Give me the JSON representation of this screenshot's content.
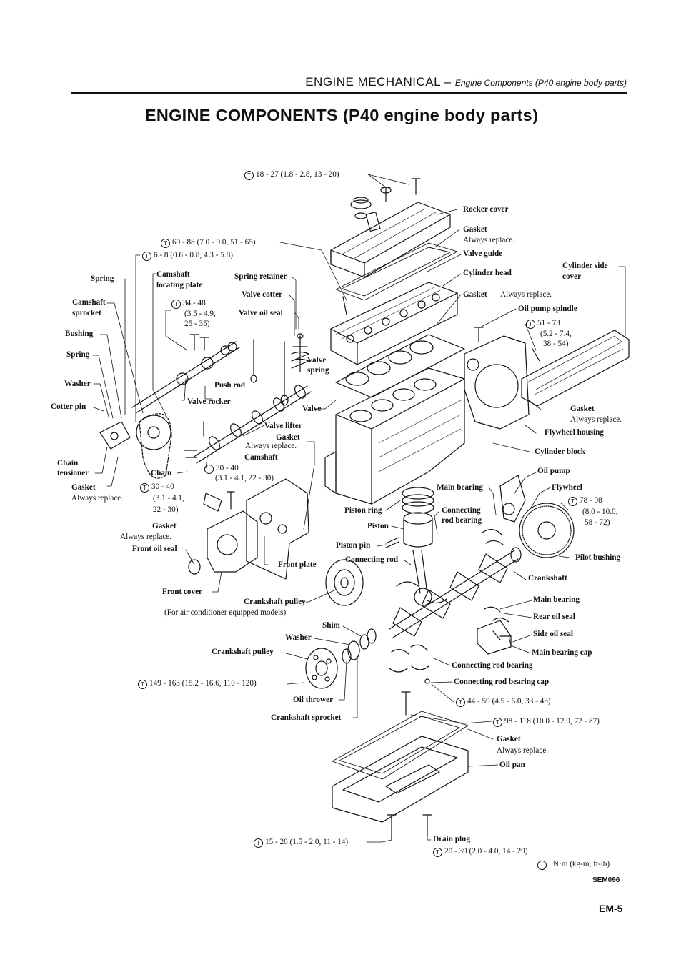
{
  "header": {
    "section": "ENGINE MECHANICAL",
    "dash": " – ",
    "subsection": "Engine Components (P40 engine body parts)"
  },
  "title": "ENGINE COMPONENTS (P40 engine body parts)",
  "torque_symbol": "T",
  "labels": {
    "t_rocker_cover": "18 - 27 (1.8 - 2.8, 13 - 20)",
    "rocker_cover": "Rocker cover",
    "gasket_1": "Gasket",
    "always_replace_1": "Always replace.",
    "valve_guide": "Valve guide",
    "cylinder_head": "Cylinder head",
    "gasket_2": "Gasket",
    "always_replace_2": "Always replace.",
    "cylinder_side_cover_1": "Cylinder side",
    "cylinder_side_cover_2": "cover",
    "oil_pump_spindle": "Oil pump spindle",
    "t_51_73": "51 - 73",
    "t_51_73_b": "(5.2 - 7.4,",
    "t_51_73_c": "38 - 54)",
    "t_69_88": "69 - 88 (7.0 - 9.0, 51 - 65)",
    "t_6_8": "6 - 8 (0.6 - 0.8, 4.3 - 5.8)",
    "spring": "Spring",
    "camshaft_locating_plate_1": "Camshaft",
    "camshaft_locating_plate_2": "locating plate",
    "spring_retainer": "Spring retainer",
    "valve_cotter": "Valve cotter",
    "camshaft_sprocket_1": "Camshaft",
    "camshaft_sprocket_2": "sprocket",
    "t_34_48": "34 - 48",
    "t_34_48_b": "(3.5 - 4.9,",
    "t_34_48_c": "25 - 35)",
    "valve_oil_seal": "Valve oil seal",
    "bushing": "Bushing",
    "spring_2": "Spring",
    "valve_spring_1": "Valve",
    "valve_spring_2": "spring",
    "washer": "Washer",
    "push_rod": "Push rod",
    "valve_rocker": "Valve rocker",
    "cotter_pin": "Cotter pin",
    "valve": "Valve",
    "gasket_3": "Gasket",
    "always_replace_3": "Always replace.",
    "valve_lifter": "Valve lifter",
    "flywheel_housing": "Flywheel housing",
    "gasket_4": "Gasket",
    "always_replace_4": "Always replace.",
    "camshaft": "Camshaft",
    "cylinder_block": "Cylinder block",
    "chain_tensioner_1": "Chain",
    "chain_tensioner_2": "tensioner",
    "chain": "Chain",
    "t_30_40_a": "30 - 40",
    "t_30_40_a2": "(3.1 - 4.1, 22 - 30)",
    "oil_pump": "Oil pump",
    "gasket_5": "Gasket",
    "always_replace_5": "Always replace.",
    "t_30_40_b": "30 - 40",
    "t_30_40_b2": "(3.1 - 4.1,",
    "t_30_40_b3": "22 - 30)",
    "main_bearing": "Main bearing",
    "flywheel": "Flywheel",
    "t_78_98": "78 - 98",
    "t_78_98_b": "(8.0 - 10.0,",
    "t_78_98_c": "58 - 72)",
    "piston_ring": "Piston ring",
    "connecting_rod_bearing_1": "Connecting",
    "connecting_rod_bearing_2": "rod bearing",
    "gasket_6": "Gasket",
    "always_replace_6": "Always replace.",
    "piston": "Piston",
    "front_oil_seal": "Front oil seal",
    "piston_pin": "Piston pin",
    "pilot_bushing": "Pilot bushing",
    "connecting_rod": "Connecting rod",
    "front_plate": "Front plate",
    "crankshaft": "Crankshaft",
    "front_cover": "Front cover",
    "crankshaft_pulley_ac": "Crankshaft pulley",
    "ac_note": "(For air conditioner equipped models)",
    "main_bearing_2": "Main bearing",
    "rear_oil_seal": "Rear oil seal",
    "shim": "Shim",
    "side_oil_seal": "Side oil seal",
    "washer_2": "Washer",
    "main_bearing_cap": "Main bearing cap",
    "crankshaft_pulley": "Crankshaft pulley",
    "connecting_rod_bearing_3": "Connecting rod bearing",
    "t_149_163": "149 - 163 (15.2 - 16.6, 110 - 120)",
    "connecting_rod_bearing_cap": "Connecting rod bearing cap",
    "oil_thrower": "Oil thrower",
    "t_44_59": "44 - 59 (4.5 - 6.0, 33 - 43)",
    "crankshaft_sprocket": "Crankshaft sprocket",
    "t_98_118": "98 - 118 (10.0 - 12.0, 72 - 87)",
    "gasket_7": "Gasket",
    "always_replace_7": "Always replace.",
    "oil_pan": "Oil pan",
    "t_15_20": "15 - 20 (1.5 - 2.0, 11 - 14)",
    "drain_plug": "Drain plug",
    "t_20_39": "20 - 39 (2.0 - 4.0, 14 - 29)",
    "legend": ": N·m (kg-m, ft-lb)"
  },
  "figure_code": "SEM096",
  "page_number": "EM-5"
}
